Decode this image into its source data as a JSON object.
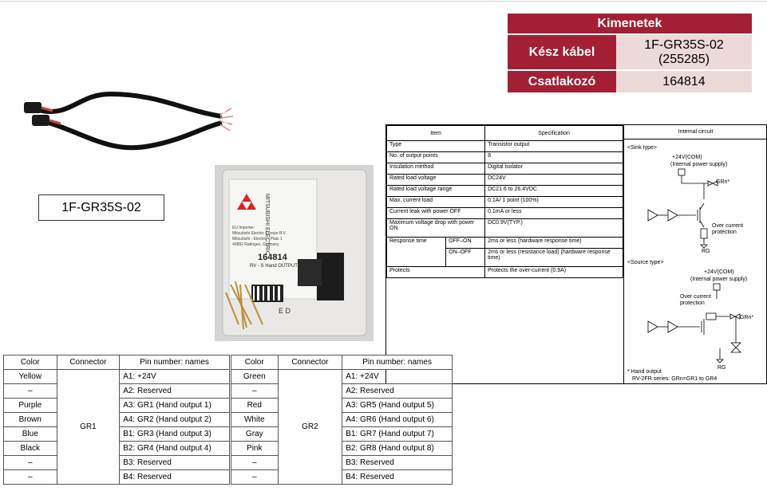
{
  "kimenetek": {
    "title": "Kimenetek",
    "rows": [
      {
        "label": "Kész kábel",
        "value_line1": "1F-GR35S-02",
        "value_line2": "(255285)"
      },
      {
        "label": "Csatlakozó",
        "value_line1": "164814",
        "value_line2": ""
      }
    ]
  },
  "cable": {
    "label": "1F-GR35S-02"
  },
  "bag": {
    "brand": "MITSUBISHI ELECTRIC",
    "importer_lines": [
      "EU Importer:",
      "Mitsubishi Electric Europe B.V.",
      "Mitsubishi - Electric - Platz 1",
      "40882 Ratingen, Germany"
    ],
    "part_no": "164814",
    "description": "RV - S Hand OUTPUT connector",
    "code": "E D"
  },
  "spec": {
    "headers": {
      "item": "Item",
      "spec": "Specification",
      "circuit": "Internal circuit"
    },
    "rows": [
      {
        "item": "Type",
        "spec": "Transistor output"
      },
      {
        "item": "No. of output points",
        "spec": "8"
      },
      {
        "item": "Insulation method",
        "spec": "Digital isolator"
      },
      {
        "item": "Rated load voltage",
        "spec": "DC24V"
      },
      {
        "item": "Rated load voltage range",
        "spec": "DC21.6 to 26.4VDC"
      },
      {
        "item": "Max. current load",
        "spec": "0.1A/ 1 point (100%)"
      },
      {
        "item": "Current leak with power OFF",
        "spec": "0.1mA or less"
      },
      {
        "item": "Maximum voltage drop with power ON",
        "spec": "DC0.9V(TYP.)"
      }
    ],
    "response": {
      "item": "Response time",
      "off_on": {
        "label": "OFF–ON",
        "spec": "2ms or less (hardware response time)"
      },
      "on_off": {
        "label": "ON–OFF",
        "spec": "2ms or less (resistance load) (hardware response time)"
      }
    },
    "protects": {
      "item": "Protects",
      "spec": "Protects the over-current (0.9A)"
    },
    "circuit": {
      "sink_title": "<Sink type>",
      "source_title": "<Source type>",
      "com": "+24V(COM)",
      "supply": "(Internal power supply)",
      "grn": "GRn*",
      "over_current": "Over current",
      "protection": "protection",
      "rg": "RG",
      "note1": "* Hand output",
      "note2": "RV-2FR series: GRn=GR1 to GR4"
    }
  },
  "pins": {
    "headers": [
      "Color",
      "Connector",
      "Pin number: names",
      "Color",
      "Connector",
      "Pin number: names"
    ],
    "left_connector": "GR1",
    "right_connector": "GR2",
    "rows": [
      {
        "c1": "Yellow",
        "p1": "A1: +24V",
        "c2": "Green",
        "p2": "A1: +24V"
      },
      {
        "c1": "–",
        "p1": "A2: Reserved",
        "c2": "–",
        "p2": "A2: Reserved"
      },
      {
        "c1": "Purple",
        "p1": "A3: GR1 (Hand output 1)",
        "c2": "Red",
        "p2": "A3: GR5 (Hand output 5)"
      },
      {
        "c1": "Brown",
        "p1": "A4: GR2 (Hand output 2)",
        "c2": "White",
        "p2": "A4: GR6 (Hand output 6)"
      },
      {
        "c1": "Blue",
        "p1": "B1: GR3 (Hand output 3)",
        "c2": "Gray",
        "p2": "B1: GR7 (Hand output 7)"
      },
      {
        "c1": "Black",
        "p1": "B2: GR4 (Hand output 4)",
        "c2": "Pink",
        "p2": "B2: GR8 (Hand output 8)"
      },
      {
        "c1": "–",
        "p1": "B3: Reserved",
        "c2": "–",
        "p2": "B3: Reserved"
      },
      {
        "c1": "–",
        "p1": "B4: Reserved",
        "c2": "–",
        "p2": "B4: Reserved"
      }
    ]
  },
  "colors": {
    "accent": "#a31f34",
    "accent_light": "#ecd9da"
  }
}
